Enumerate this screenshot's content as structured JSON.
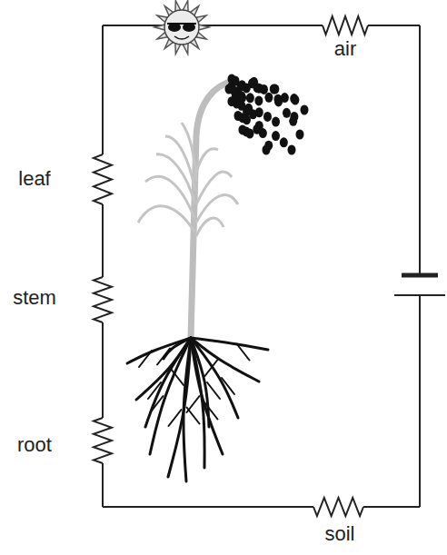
{
  "diagram": {
    "labels": [
      "air",
      "leaf",
      "stem",
      "root",
      "soil"
    ]
  }
}
